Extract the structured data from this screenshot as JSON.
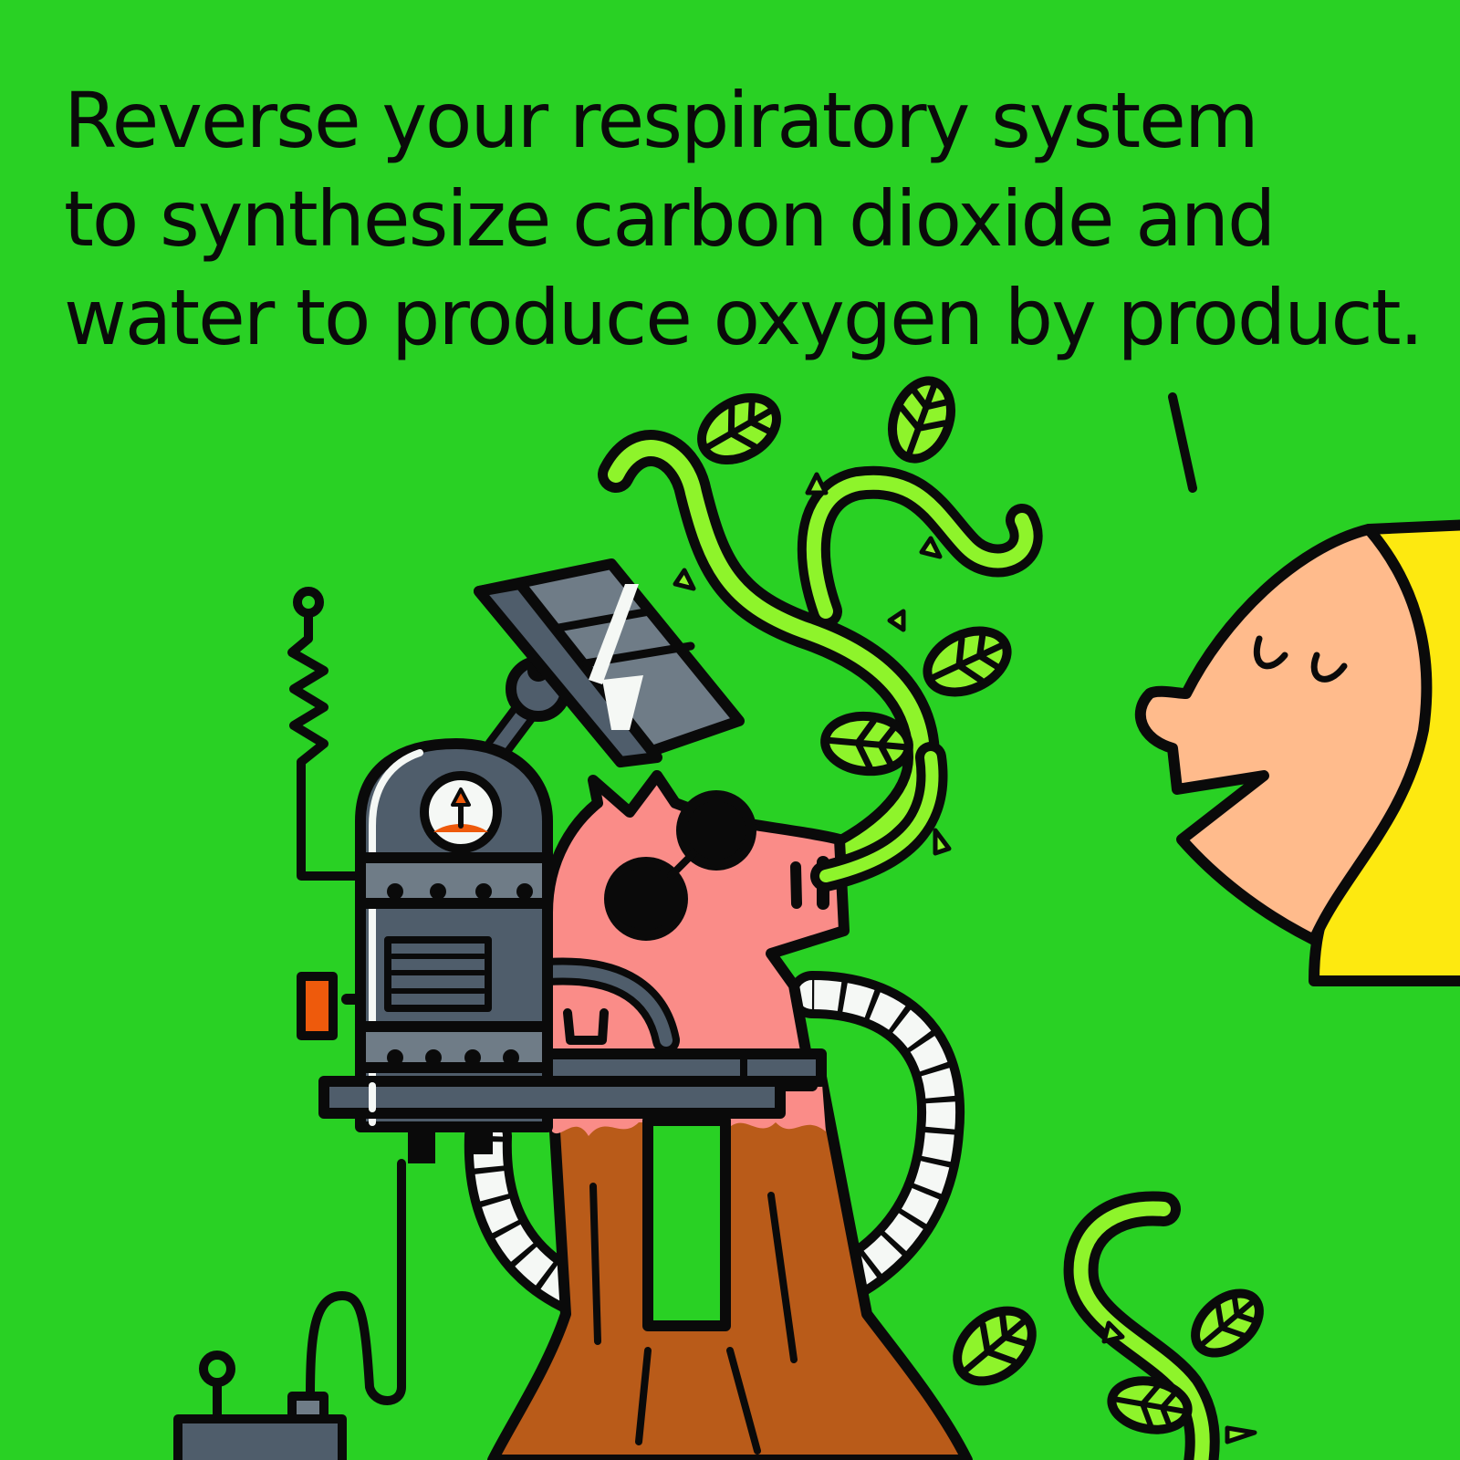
{
  "caption": {
    "lines": [
      "Reverse your respiratory system",
      "to synthesize carbon dioxide and",
      "water to produce oxygen by product."
    ]
  },
  "scene": {
    "characters": [
      "pig-cyborg-tree",
      "human-observer"
    ],
    "objects": [
      "solar-panel",
      "machine-backpack",
      "pressure-gauge",
      "antenna",
      "hose",
      "vines",
      "leaves",
      "tree-roots",
      "battery-box"
    ]
  },
  "colors": {
    "background": "#29d124",
    "outline": "#0a0a0a",
    "vine": "#8ef42b",
    "pig_skin": "#fa8c88",
    "human_skin": "#ffbb8c",
    "shirt": "#fde910",
    "metal_dark": "#4f5d6b",
    "metal_light": "#6f7c87",
    "bark": "#b95b19",
    "accent_orange": "#ee5a0c",
    "white": "#f5f8f5"
  }
}
